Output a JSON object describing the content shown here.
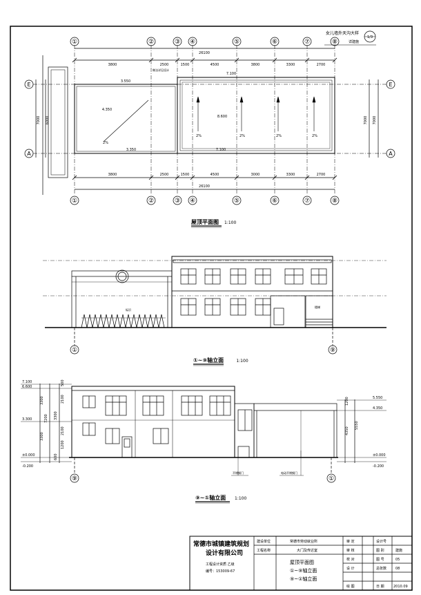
{
  "plan": {
    "title": "屋顶平面图",
    "scale": "1:100",
    "top_axes": [
      "①",
      "②",
      "③",
      "④",
      "⑤",
      "⑥",
      "⑦",
      "⑧"
    ],
    "bottom_axes": [
      "①",
      "②",
      "③",
      "④",
      "⑤",
      "⑥",
      "⑦",
      "⑧"
    ],
    "row_axes": [
      "E",
      "A"
    ],
    "dims_top": [
      "3800",
      "2500",
      "1500",
      "4500",
      "3800",
      "3300",
      "2700"
    ],
    "dims_bottom": [
      "3800",
      "2500",
      "1500",
      "4500",
      "3000",
      "3300",
      "2700"
    ],
    "total_top": "26100",
    "total_bottom": "26100",
    "side_dim_outer": "7000",
    "side_dim_inner": "6000",
    "side_dim_right": "7000",
    "right_small_dim": "7000",
    "detail_note": "女儿墙外天沟大样",
    "detail_ref": "1/3",
    "detail_sub": "详建施",
    "elev_left_top": "3.550",
    "elev_left_bottom": "3.350",
    "elev_left_slope": "4.350",
    "slope_left": "2%",
    "elev_right_top": "7.100",
    "elev_right_mid": "8.600",
    "elev_right_bottom": "7.100",
    "slopes_right": [
      "2%",
      "2%",
      "2%",
      "2%"
    ],
    "gutter_note": "做法详见设计"
  },
  "elev1": {
    "title": "①~⑨轴立面",
    "scale": "1:100",
    "axis_left": "①",
    "axis_right": "⑨",
    "sign_text": "标识",
    "door_label": "楼梯"
  },
  "elev2": {
    "title": "⑨~①轴立面",
    "scale": "1:100",
    "axis_left": "⑨",
    "axis_right": "①",
    "levels_left": [
      "7.100",
      "6.600",
      "3.300",
      "±0.000",
      "-0.200"
    ],
    "levels_right": [
      "5.550",
      "4.350",
      "±0.000",
      "-0.200"
    ],
    "dims_left_outer": [
      "3300",
      "3300"
    ],
    "dims_left_inner": [
      "500",
      "2100",
      "3300",
      "2100",
      "1200",
      "600"
    ],
    "dims_left_total": "7200",
    "dims_right": [
      "1200",
      "4350",
      "5550"
    ],
    "label_door_1": "不锈钢门",
    "label_door_2": "电动不锈钢门"
  },
  "titleblock": {
    "company": "常德市城镇建筑规划设计有限公司",
    "company_line2": "设计有限公司",
    "company_line1": "常德市城镇建筑规划",
    "cert": "工程设计资质 乙级",
    "cert_no": "编号：153009-67",
    "row_labels": [
      "建设单位",
      "工程名称"
    ],
    "row_values": [
      "常德市劳动就业所",
      "大门及传达室"
    ],
    "drawing_name_1": "屋顶平面图",
    "drawing_name_2": "①~⑨轴立面",
    "drawing_name_3": "⑨~①轴立面",
    "right_labels": [
      "审 定",
      "审 核",
      "校 对",
      "设 计",
      "绘 图"
    ],
    "right2_labels": [
      "设计号",
      "图 别",
      "图 号",
      "总张数",
      "日 期"
    ],
    "right2_values": [
      "",
      "建施",
      "05",
      "08",
      "2010.09"
    ]
  }
}
